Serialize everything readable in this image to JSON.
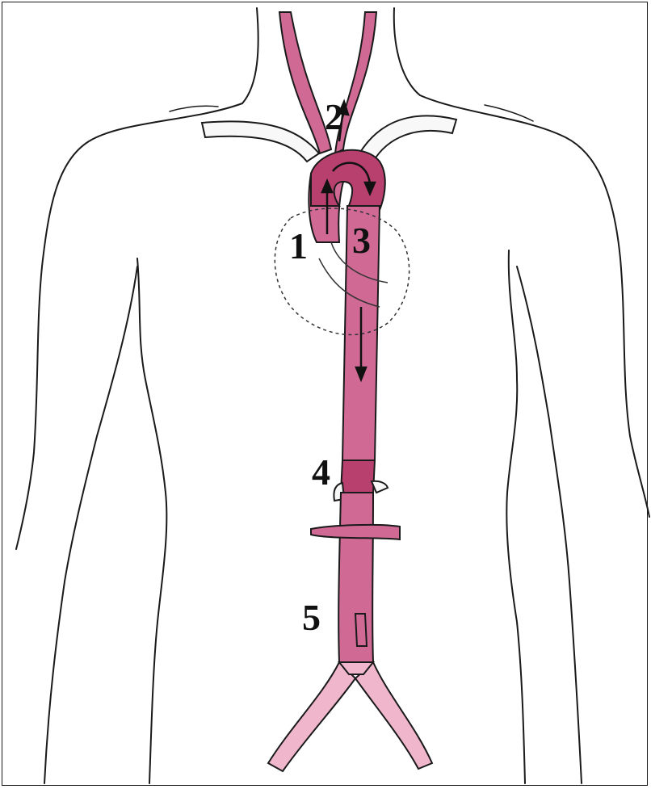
{
  "figure": {
    "subject": "aorta-segments-on-torso-outline",
    "labels": [
      {
        "id": "segment-1",
        "text": "1"
      },
      {
        "id": "segment-2",
        "text": "2"
      },
      {
        "id": "segment-3",
        "text": "3"
      },
      {
        "id": "segment-4",
        "text": "4"
      },
      {
        "id": "segment-5",
        "text": "5"
      }
    ]
  },
  "colors": {
    "body_outline": "#1a1a1a",
    "aorta_main": "#d06a95",
    "aorta_dark": "#b8406f",
    "aorta_light": "#f0b6cb",
    "branch_white": "#f8f8f8",
    "heart_outline": "#333333",
    "arrow": "#111111",
    "frame": "#1a1a1a"
  }
}
